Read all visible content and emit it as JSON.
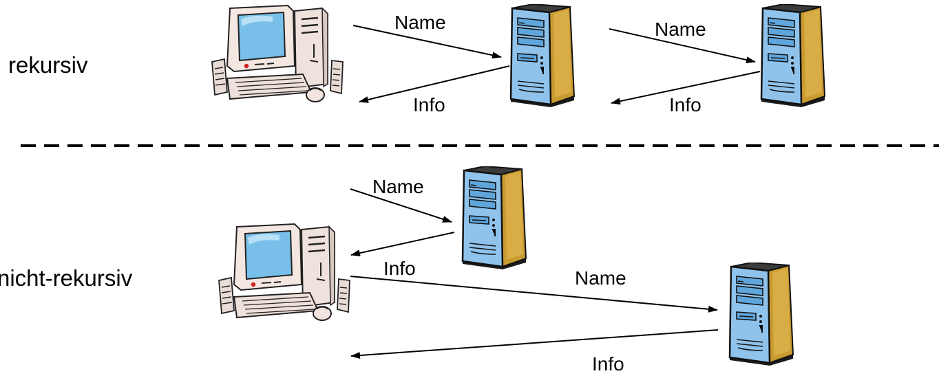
{
  "sections": {
    "recursive": {
      "title": "rekursiv",
      "arrows": {
        "req1": "Name",
        "resp1": "Info",
        "req2": "Name",
        "resp2": "Info"
      }
    },
    "non_recursive": {
      "title": "nicht-rekursiv",
      "arrows": {
        "req1": "Name",
        "resp1": "Info",
        "req2": "Name",
        "resp2": "Info"
      }
    }
  },
  "icons": {
    "client": "desktop-computer-icon",
    "server": "server-tower-icon"
  },
  "colors": {
    "server_front": "#8fc3ec",
    "server_side": "#c89a30",
    "client_body": "#f4e6e0",
    "client_screen": "#7fc3ea",
    "line": "#000000"
  }
}
